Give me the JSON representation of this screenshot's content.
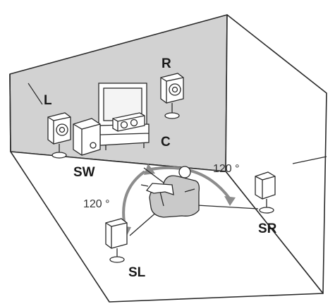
{
  "diagram": {
    "speakers": {
      "left": "L",
      "right": "R",
      "center": "C",
      "subwoofer": "SW",
      "surround_left": "SL",
      "surround_right": "SR"
    },
    "angles": {
      "right_arc": "120 °",
      "left_arc": "120 °"
    },
    "colors": {
      "wall_shade": "#d2d2d2",
      "arc": "#8c8c8c",
      "line": "#2a2a2a"
    }
  }
}
